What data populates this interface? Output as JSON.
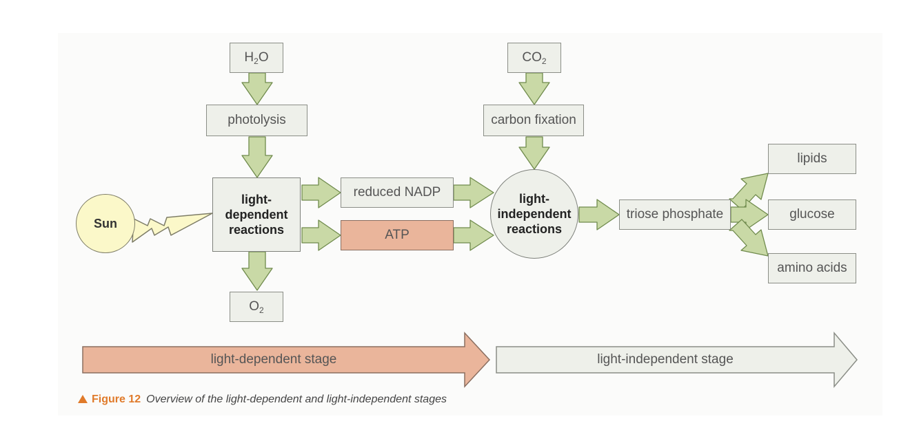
{
  "inputs": {
    "water": {
      "base": "H",
      "sub": "2",
      "tail": "O"
    },
    "carbon_dioxide": {
      "base": "CO",
      "sub": "2"
    },
    "oxygen": {
      "base": "O",
      "sub": "2"
    }
  },
  "processes": {
    "photolysis": "photolysis",
    "carbon_fixation": "carbon fixation",
    "light_dependent": "light-\ndependent\nreactions",
    "light_independent": "light-\nindependent\nreactions",
    "sun": "Sun"
  },
  "intermediates": {
    "reduced_nadp": "reduced NADP",
    "atp": "ATP",
    "triose_phosphate": "triose phosphate"
  },
  "products": {
    "lipids": "lipids",
    "glucose": "glucose",
    "amino_acids": "amino acids"
  },
  "stages": {
    "light_dependent": "light-dependent stage",
    "light_independent": "light-independent stage"
  },
  "caption": {
    "figure": "Figure 12",
    "text": "Overview of the light-dependent and light-independent stages"
  },
  "colors": {
    "arrow_fill": "#c9d9a6",
    "arrow_stroke": "#6f8a4c",
    "box_fill": "#eef0ea",
    "atp_fill": "#eab59b",
    "sun_fill": "#fbf8c9",
    "stage_dependent_fill": "#eab59b",
    "stage_independent_fill": "#eef0ea",
    "caption_accent": "#e07a2a"
  }
}
